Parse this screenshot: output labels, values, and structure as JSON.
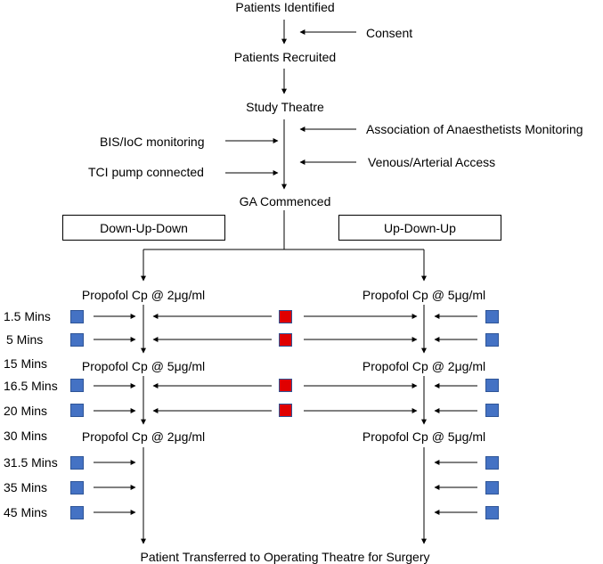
{
  "diagram": {
    "steps": {
      "identified": "Patients Identified",
      "consent": "Consent",
      "recruited": "Patients Recruited",
      "theatre": "Study Theatre",
      "aa_monitoring": "Association of Anaesthetists Monitoring",
      "bis": "BIS/IoC monitoring",
      "access": "Venous/Arterial Access",
      "tci": "TCI pump connected",
      "ga": "GA Commenced",
      "transfer": "Patient Transferred to Operating Theatre for Surgery"
    },
    "arms": {
      "left": {
        "label": "Down-Up-Down",
        "cp1": "Propofol Cp @ 2μg/ml",
        "cp2": "Propofol Cp @ 5μg/ml",
        "cp3": "Propofol Cp @ 2μg/ml"
      },
      "right": {
        "label": "Up-Down-Up",
        "cp1": "Propofol Cp @ 5μg/ml",
        "cp2": "Propofol Cp @ 2μg/ml",
        "cp3": "Propofol Cp @ 5μg/ml"
      }
    },
    "times": [
      "1.5 Mins",
      "5 Mins",
      "15 Mins",
      "16.5 Mins",
      "20 Mins",
      "30 Mins",
      "31.5 Mins",
      "35 Mins",
      "45 Mins"
    ],
    "colors": {
      "blue_sample": "#4472c4",
      "red_sample": "#e00000",
      "line": "#000000"
    }
  }
}
